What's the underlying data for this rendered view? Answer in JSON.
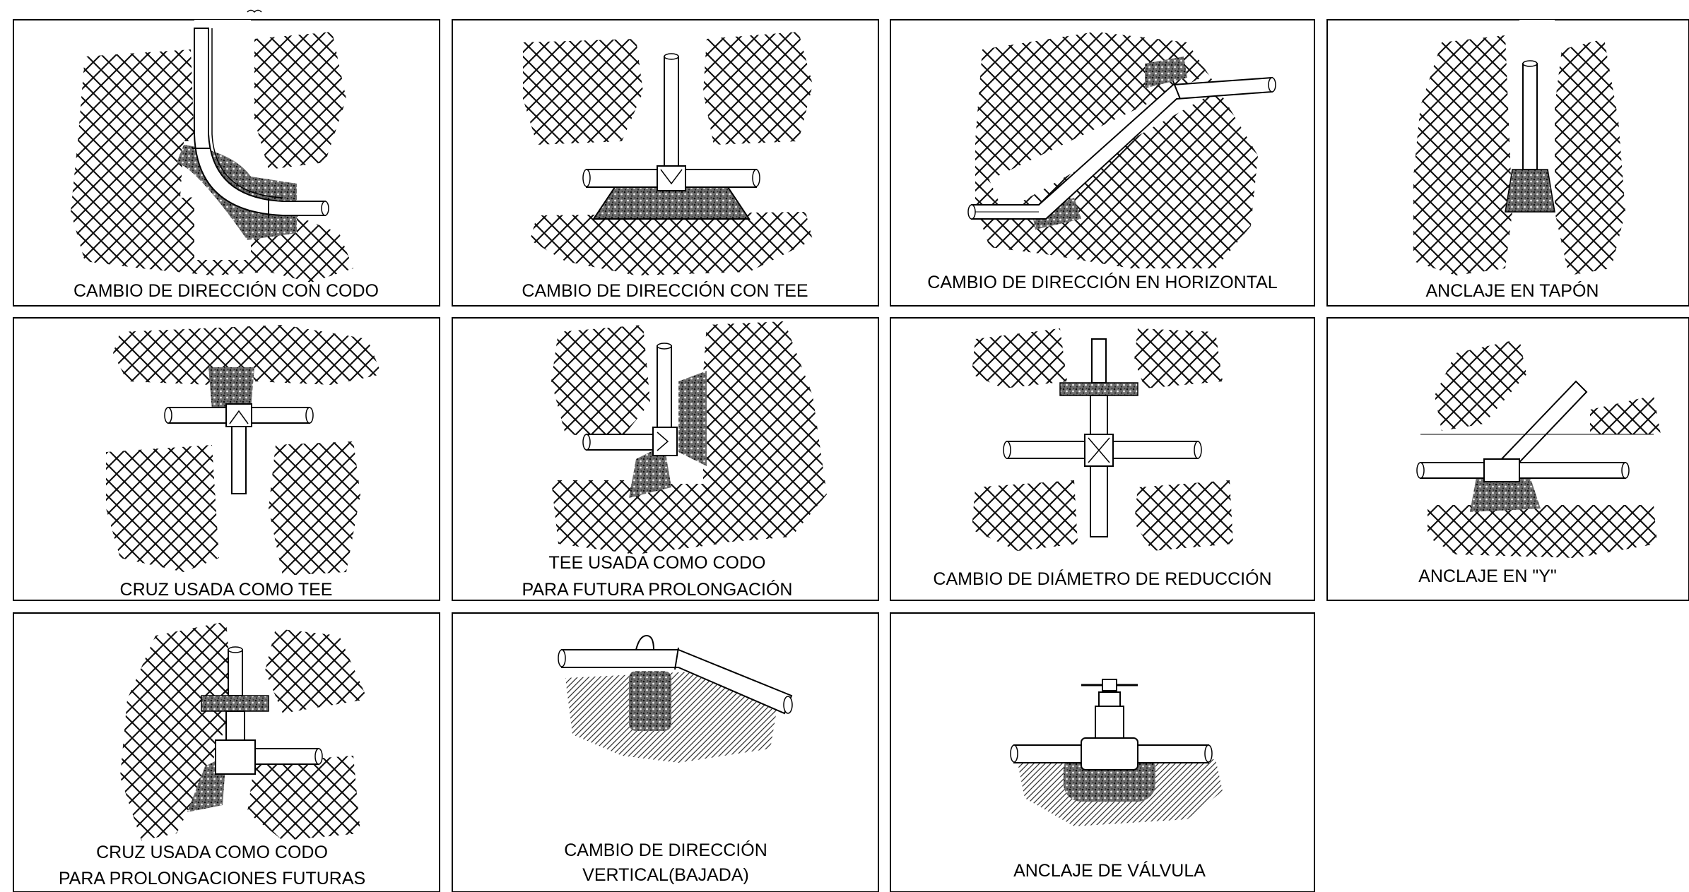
{
  "sheet": {
    "title": "Detalles de anclajes de tuberías"
  },
  "panels": [
    {
      "id": "codo",
      "lines": [
        "CAMBIO DE DIRECCIÓN CON CODO"
      ]
    },
    {
      "id": "tee",
      "lines": [
        "CAMBIO DE DIRECCIÓN CON TEE"
      ]
    },
    {
      "id": "horizontal",
      "lines": [
        "CAMBIO DE DIRECCIÓN EN HORIZONTAL"
      ]
    },
    {
      "id": "tapon",
      "lines": [
        "ANCLAJE EN TAPÓN"
      ]
    },
    {
      "id": "cruz-tee",
      "lines": [
        "CRUZ USADA COMO TEE"
      ]
    },
    {
      "id": "tee-codo",
      "lines": [
        "TEE USADA COMO CODO",
        "PARA FUTURA PROLONGACIÓN"
      ]
    },
    {
      "id": "reduccion",
      "lines": [
        "CAMBIO DE DIÁMETRO DE REDUCCIÓN"
      ]
    },
    {
      "id": "y",
      "lines": [
        "ANCLAJE EN  \"Y\""
      ]
    },
    {
      "id": "cruz-codo",
      "lines": [
        "CRUZ USADA COMO CODO",
        "PARA PROLONGACIONES FUTURAS"
      ]
    },
    {
      "id": "vertical",
      "lines": [
        "CAMBIO DE DIRECCIÓN",
        "VERTICAL(BAJADA)"
      ]
    },
    {
      "id": "valvula",
      "lines": [
        "ANCLAJE DE VÁLVULA"
      ]
    }
  ]
}
